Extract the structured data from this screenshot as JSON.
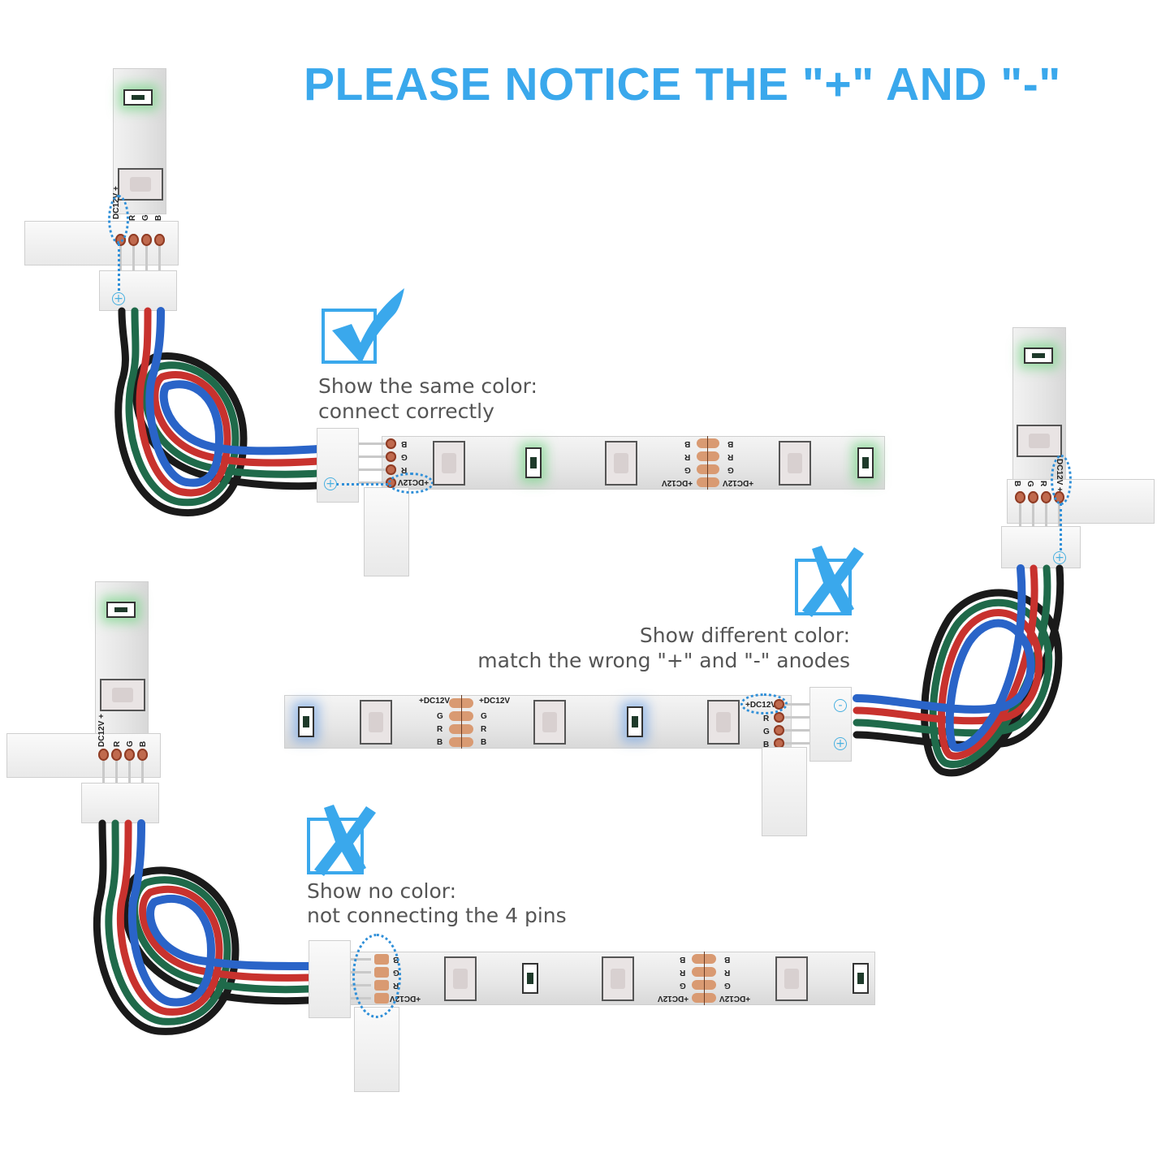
{
  "title": "PLEASE NOTICE THE \"+\" AND \"-\"",
  "colors": {
    "accent": "#3aa8ec",
    "caption_text": "#555555",
    "wire_blue": "#2a64c8",
    "wire_red": "#c8322e",
    "wire_green": "#1f6a4a",
    "wire_black": "#1a1a1a",
    "led_glow_green": "#5ad26e",
    "led_glow_blue": "#5a96e6",
    "copper_pad": "#d99a72",
    "dotted_marker": "#2f8fd8"
  },
  "panels": [
    {
      "id": "correct",
      "icon": "checkmark-icon",
      "caption_line1": "Show the same color:",
      "caption_line2": "connect correctly",
      "strip_labels": [
        "B",
        "G",
        "R",
        "+DC12V"
      ],
      "pad_labels": [
        "B",
        "R",
        "G",
        "+DC12V"
      ],
      "connector_symbol": "+"
    },
    {
      "id": "wrong-polarity",
      "icon": "x-mark-icon",
      "caption_line1": "Show different color:",
      "caption_line2": "match the wrong \"+\" and \"-\" anodes",
      "strip_labels": [
        "+DC12V",
        "R",
        "G",
        "B"
      ],
      "pad_labels": [
        "+DC12V",
        "G",
        "R",
        "B"
      ],
      "connector_symbols": [
        "-",
        "+"
      ]
    },
    {
      "id": "no-connection",
      "icon": "x-mark-icon",
      "caption_line1": "Show no color:",
      "caption_line2": "not connecting the 4 pins",
      "strip_labels": [
        "B",
        "G",
        "R",
        "+DC12V"
      ],
      "pad_labels": [
        "B",
        "R",
        "G",
        "+DC12V"
      ]
    }
  ],
  "vertical_strips": [
    {
      "id": "top-left",
      "labels": [
        "DC12V +",
        "R",
        "G",
        "B"
      ],
      "connector_symbol": "+"
    },
    {
      "id": "right",
      "labels": [
        "DC12V +",
        "R",
        "G",
        "B"
      ],
      "connector_symbol": "+"
    },
    {
      "id": "bottom-left",
      "labels": [
        "DC12V +",
        "R",
        "G",
        "B"
      ]
    }
  ]
}
